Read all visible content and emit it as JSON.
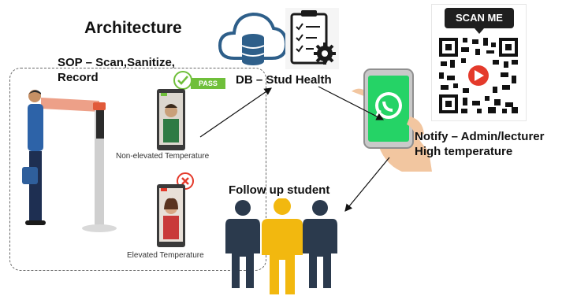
{
  "title": "Architecture",
  "sop": {
    "line1": "SOP – Scan,Sanitize,",
    "line2": "Record"
  },
  "db_label": "DB – Stud Health",
  "notify": {
    "line1": "Notify – Admin/lecturer",
    "line2": "High temperature"
  },
  "followup_label": "Follow up student",
  "captions": {
    "non_elevated": "Non-elevated Temperature",
    "elevated": "Elevated Temperature"
  },
  "pass_badge": "PASS",
  "qr_label": "SCAN ME",
  "icons": [
    "thermal-scanner-person",
    "cloud-database-icon",
    "checklist-gear-icon",
    "whatsapp-phone-icon",
    "qr-code",
    "youtube-play-icon",
    "students-group-icon",
    "pass-check-icon",
    "fail-x-icon"
  ],
  "colors": {
    "accent_green": "#6fbf3a",
    "whatsapp_green": "#25d366",
    "db_blue": "#2e5f8a",
    "student_yellow": "#f2b80f",
    "student_navy": "#2b3a4d",
    "alert_red": "#e43a2b"
  }
}
